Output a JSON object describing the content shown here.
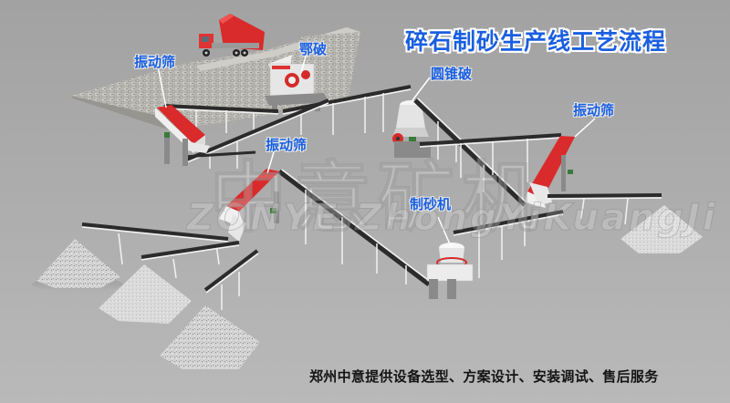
{
  "title": "碎石制砂生产线工艺流程",
  "footer": "郑州中意提供设备选型、方案设计、安装调试、售后服务",
  "watermark": {
    "chinese": "中意矿机",
    "english": "ZONYE ZhongYiKuangJi"
  },
  "labels": {
    "vibrating_screen_1": "振动筛",
    "jaw_crusher": "鄂破",
    "cone_crusher": "圆锥破",
    "vibrating_screen_2": "振动筛",
    "vibrating_screen_3": "振动筛",
    "sand_making_machine": "制砂机"
  },
  "colors": {
    "label_blue": "#1a5fe0",
    "equipment_red": "#e03030",
    "belt_dark": "#2b2b2b",
    "frame_white": "#f2f2f2",
    "background_top": "#a2a2a2",
    "background_bottom": "#b9b9b9"
  }
}
